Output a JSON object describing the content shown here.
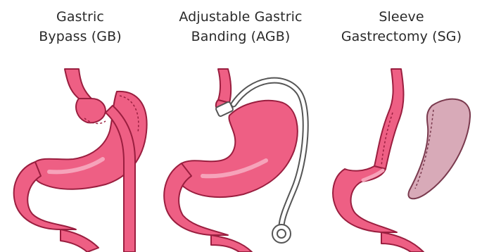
{
  "panels": [
    {
      "title_line1": "Gastric",
      "title_line2": "Bypass (GB)",
      "illustration": "gastric-bypass-stomach-icon"
    },
    {
      "title_line1": "Adjustable Gastric",
      "title_line2": "Banding (AGB)",
      "illustration": "gastric-band-stomach-icon"
    },
    {
      "title_line1": "Sleeve",
      "title_line2": "Gastrectomy (SG)",
      "illustration": "sleeve-gastrectomy-stomach-icon"
    }
  ],
  "colors": {
    "organ_fill": "#ee5f84",
    "organ_outline": "#9a1e3f",
    "organ_highlight": "#f6a3ba",
    "removed_tissue": "#d8aab8",
    "band_tube": "#ffffff"
  }
}
